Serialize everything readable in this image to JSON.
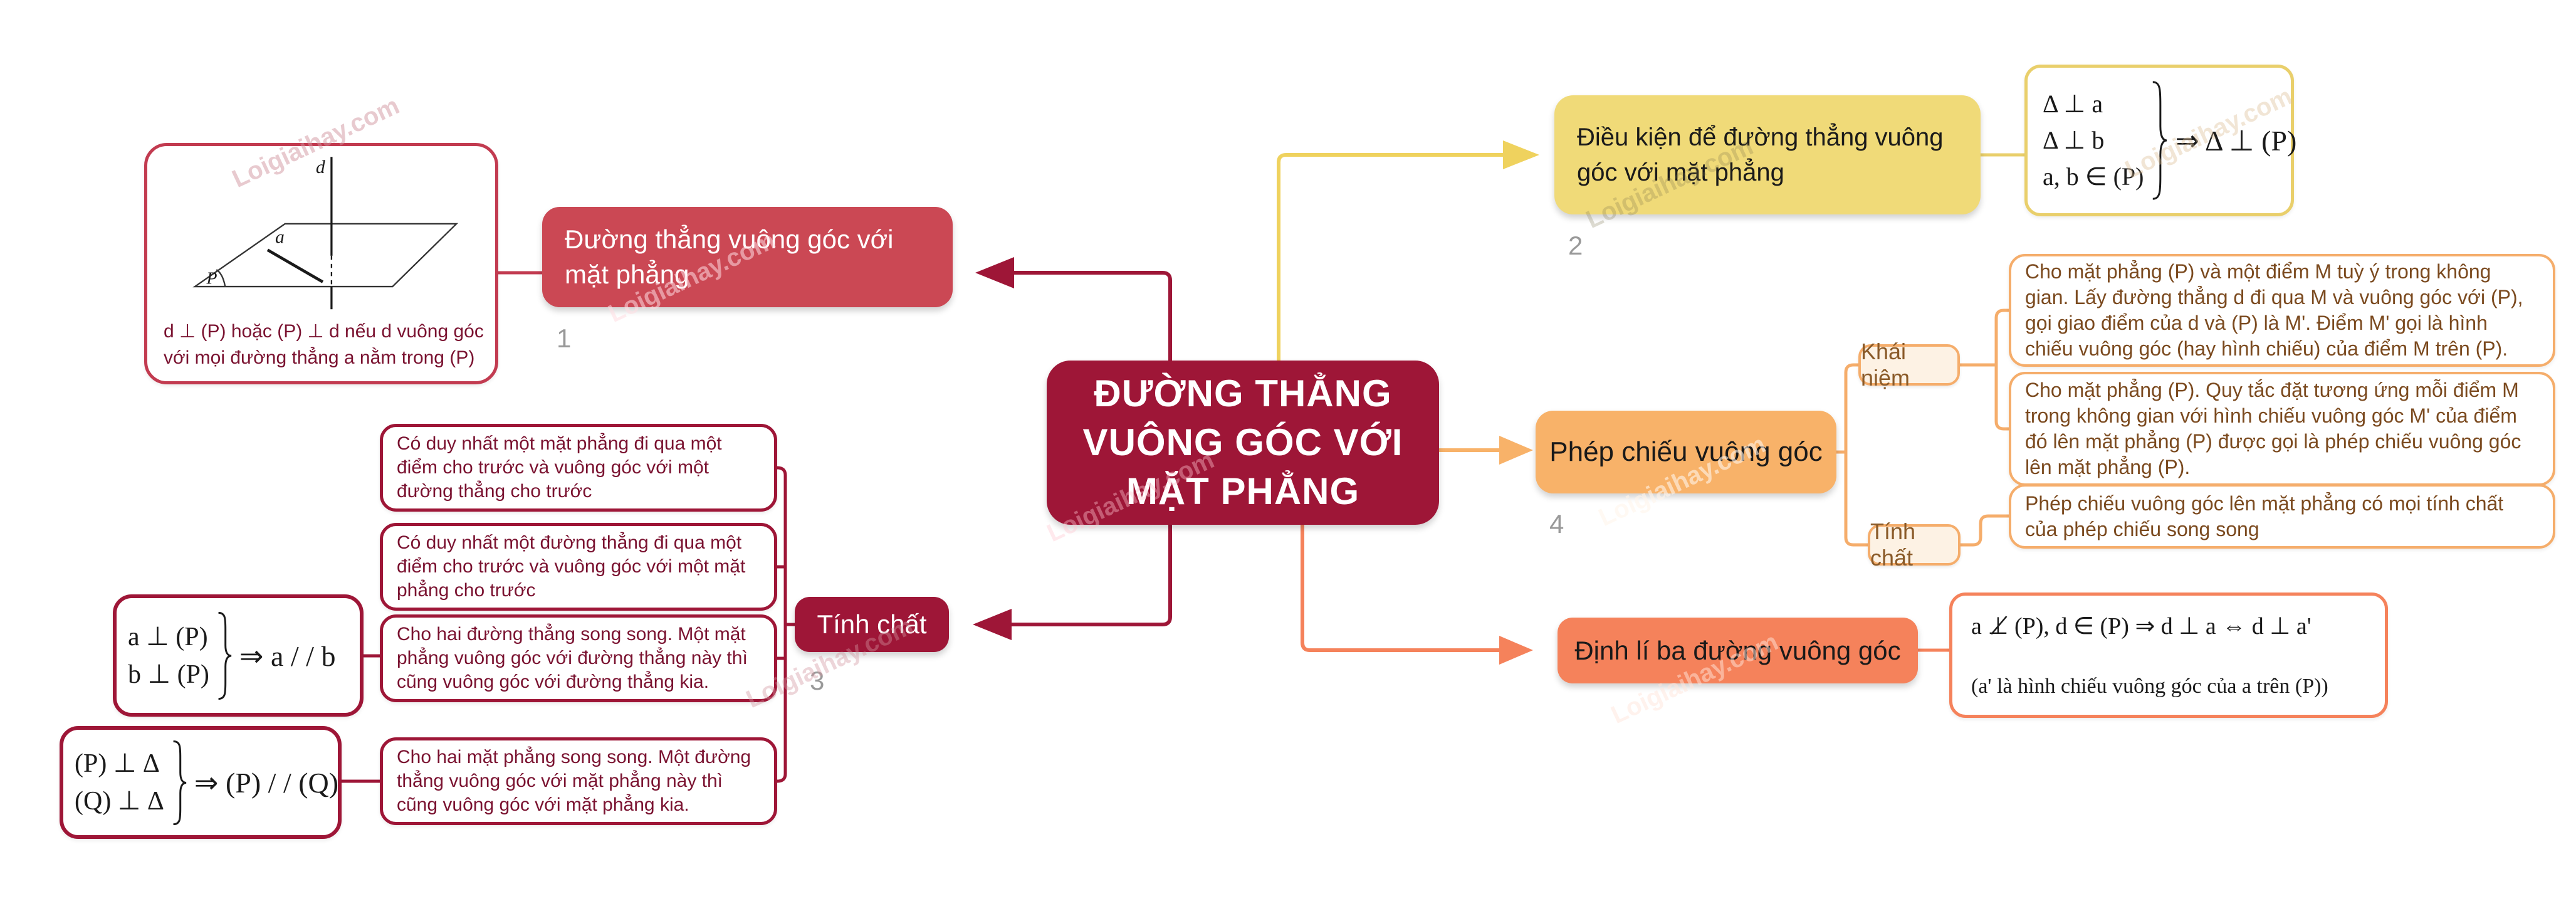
{
  "watermark": {
    "text": "Loigiaihay.com"
  },
  "colors": {
    "maroon": "#9E1637",
    "red": "#CB4854",
    "yellow": "#F0DA78",
    "yellow_line": "#EFD25E",
    "orange": "#F8B269",
    "orange_light": "#F5AD6B",
    "salmon": "#F5825B",
    "brown_text": "#7B4A1F",
    "maroon_text": "#7A1230",
    "number_gray": "#999999"
  },
  "center": {
    "line1": "ĐƯỜNG THẲNG",
    "line2": "VUÔNG GÓC VỚI",
    "line3": "MẶT PHẲNG"
  },
  "branch1": {
    "number": "1",
    "label": "Đường thẳng vuông góc với mặt phẳng",
    "figure_labels": {
      "d": "d",
      "a": "a",
      "P": "P"
    },
    "caption": "d ⊥ (P) hoặc (P) ⊥ d nếu d vuông góc với mọi đường thẳng a nằm trong (P)"
  },
  "branch2": {
    "number": "2",
    "label": "Điều kiện để đường thẳng vuông góc với mặt phẳng",
    "formula": {
      "line1": "Δ ⊥ a",
      "line2": "Δ ⊥ b",
      "line3": "a, b ∈ (P)",
      "result": "⇒ Δ ⊥ (P)"
    }
  },
  "branch3": {
    "number": "3",
    "label": "Tính chất",
    "items": [
      {
        "text": "Có duy nhất một mặt phẳng đi qua một điểm cho trước và vuông góc với một đường thẳng cho trước"
      },
      {
        "text": "Có duy nhất một đường thẳng đi qua một điểm cho trước và vuông góc với một mặt phẳng cho trước"
      },
      {
        "text": "Cho hai đường thẳng song song. Một mặt phẳng vuông góc với đường thẳng này thì cũng vuông góc với đường thẳng kia."
      },
      {
        "text": "Cho hai mặt phẳng song song. Một đường thẳng vuông góc với mặt phẳng này thì cũng vuông góc với mặt phẳng kia."
      }
    ],
    "formula1": {
      "line1": "a ⊥ (P)",
      "line2": "b ⊥ (P)",
      "result": "⇒ a / / b"
    },
    "formula2": {
      "line1": "(P) ⊥ Δ",
      "line2": "(Q) ⊥ Δ",
      "result": "⇒ (P) / / (Q)"
    }
  },
  "branch4": {
    "number": "4",
    "label": "Phép chiếu vuông góc",
    "concept_label": "Khái niệm",
    "property_label": "Tính chất",
    "concept_items": [
      {
        "text": "Cho mặt phẳng (P) và một điểm M tuỳ ý trong không gian. Lấy đường thẳng d đi qua M và vuông góc với (P), gọi giao điểm của d và (P) là M'. Điểm M' gọi là hình chiếu vuông góc (hay hình chiếu) của điểm M trên (P)."
      },
      {
        "text": "Cho mặt phẳng (P). Quy tắc đặt tương ứng mỗi điểm M trong không gian với hình chiếu vuông góc M' của điểm đó lên mặt phẳng (P) được gọi là phép chiếu vuông góc lên mặt phẳng (P)."
      }
    ],
    "property_items": [
      {
        "text": "Phép chiếu vuông góc lên mặt phẳng có mọi tính chất của phép chiếu song song"
      }
    ]
  },
  "branch5": {
    "label": "Định lí ba đường vuông góc",
    "formula": {
      "line1": "a ⊥̸ (P), d ∈ (P) ⇒ d ⊥ a ⇔ d ⊥ a'",
      "line2": "(a' là hình chiếu vuông góc của a trên (P))"
    }
  }
}
